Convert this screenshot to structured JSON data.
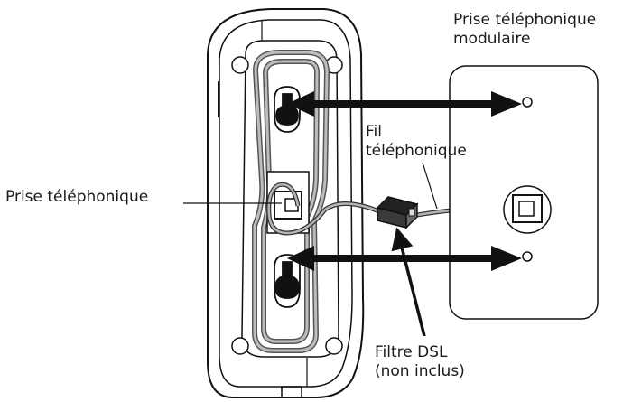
{
  "labels": {
    "wall_jack": [
      "Prise téléphonique",
      "modulaire"
    ],
    "phone_wire": [
      "Fil",
      "téléphonique"
    ],
    "phone_jack": "Prise téléphonique",
    "dsl_filter": [
      "Filtre DSL",
      "(non inclus)"
    ]
  }
}
